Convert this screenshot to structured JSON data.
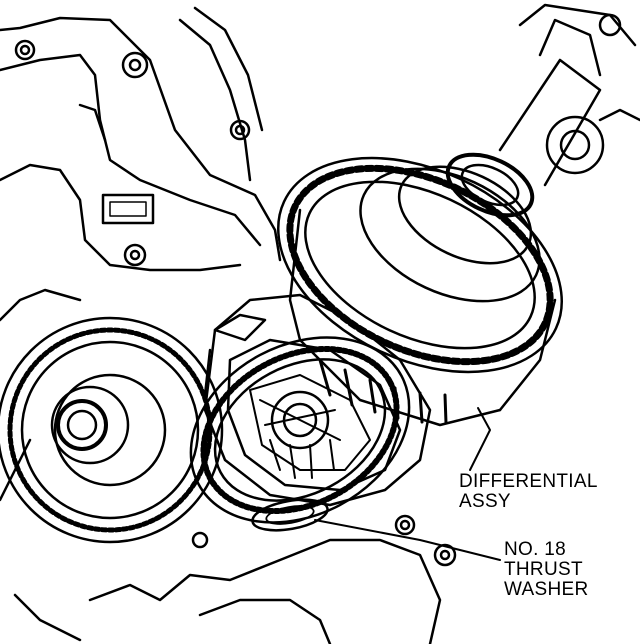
{
  "figure": {
    "callouts": [
      {
        "id": "differential",
        "lines": [
          "DIFFERENTIAL",
          "ASSY"
        ]
      },
      {
        "id": "thrust-washer",
        "lines": [
          "NO. 18",
          "THRUST",
          "WASHER"
        ]
      }
    ],
    "ink_color": "#000000",
    "paper_color": "#ffffff"
  }
}
